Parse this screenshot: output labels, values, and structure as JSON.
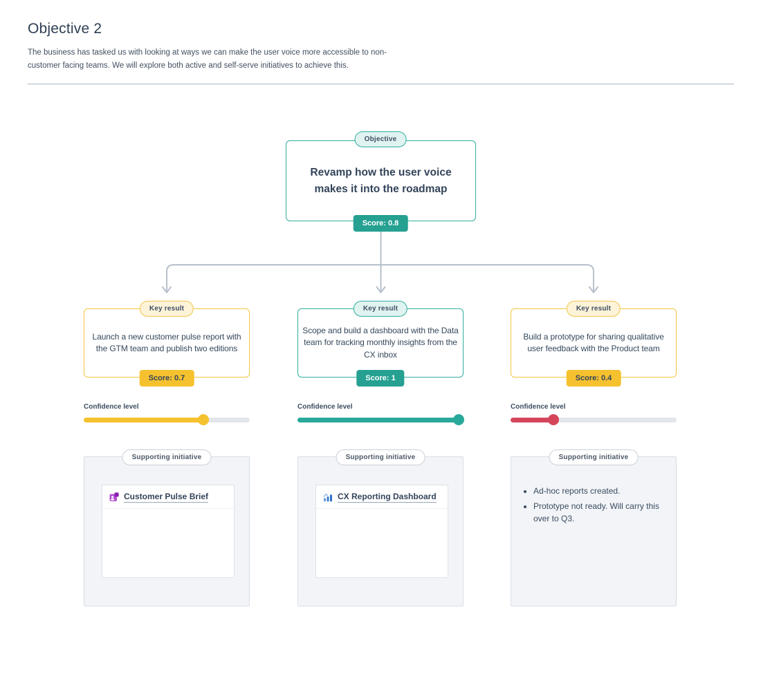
{
  "header": {
    "title": "Objective 2",
    "description": "The business has tasked us with looking at ways we can make the user voice more accessible to non-customer facing teams. We will explore both active and self-serve initiatives to achieve this."
  },
  "objective": {
    "badge": "Objective",
    "text": "Revamp how the user voice makes it into the roadmap",
    "score": "Score: 0.8"
  },
  "key_results": [
    {
      "badge": "Key result",
      "text": "Launch a new customer pulse report with the GTM team and publish two editions",
      "score": "Score: 0.7",
      "confidence": {
        "label": "Confidence level",
        "percent": 72,
        "color": "#f5c12e"
      },
      "supporting": {
        "badge": "Supporting initiative",
        "link": "Customer Pulse Brief",
        "link_icon": "pulse-report-icon"
      }
    },
    {
      "badge": "Key result",
      "text": "Scope and build a dashboard with the Data team for tracking monthly insights from the CX inbox",
      "score": "Score: 1",
      "confidence": {
        "label": "Confidence level",
        "percent": 97,
        "color": "#29a99a"
      },
      "supporting": {
        "badge": "Supporting initiative",
        "link": "CX Reporting Dashboard",
        "link_icon": "bar-chart-icon"
      }
    },
    {
      "badge": "Key result",
      "text": "Build a prototype for sharing qualitative user feedback with the Product team",
      "score": "Score: 0.4",
      "confidence": {
        "label": "Confidence level",
        "percent": 26,
        "color": "#d5455a"
      },
      "supporting": {
        "badge": "Supporting initiative",
        "bullets": [
          "Ad-hoc reports created.",
          "Prototype not ready. Will carry this over to Q3."
        ]
      }
    }
  ],
  "colors": {
    "teal": "#29a99a",
    "yellow": "#f5c12e",
    "red": "#d5455a",
    "connector": "#b7c1cc",
    "dark_text": "#36485c"
  }
}
